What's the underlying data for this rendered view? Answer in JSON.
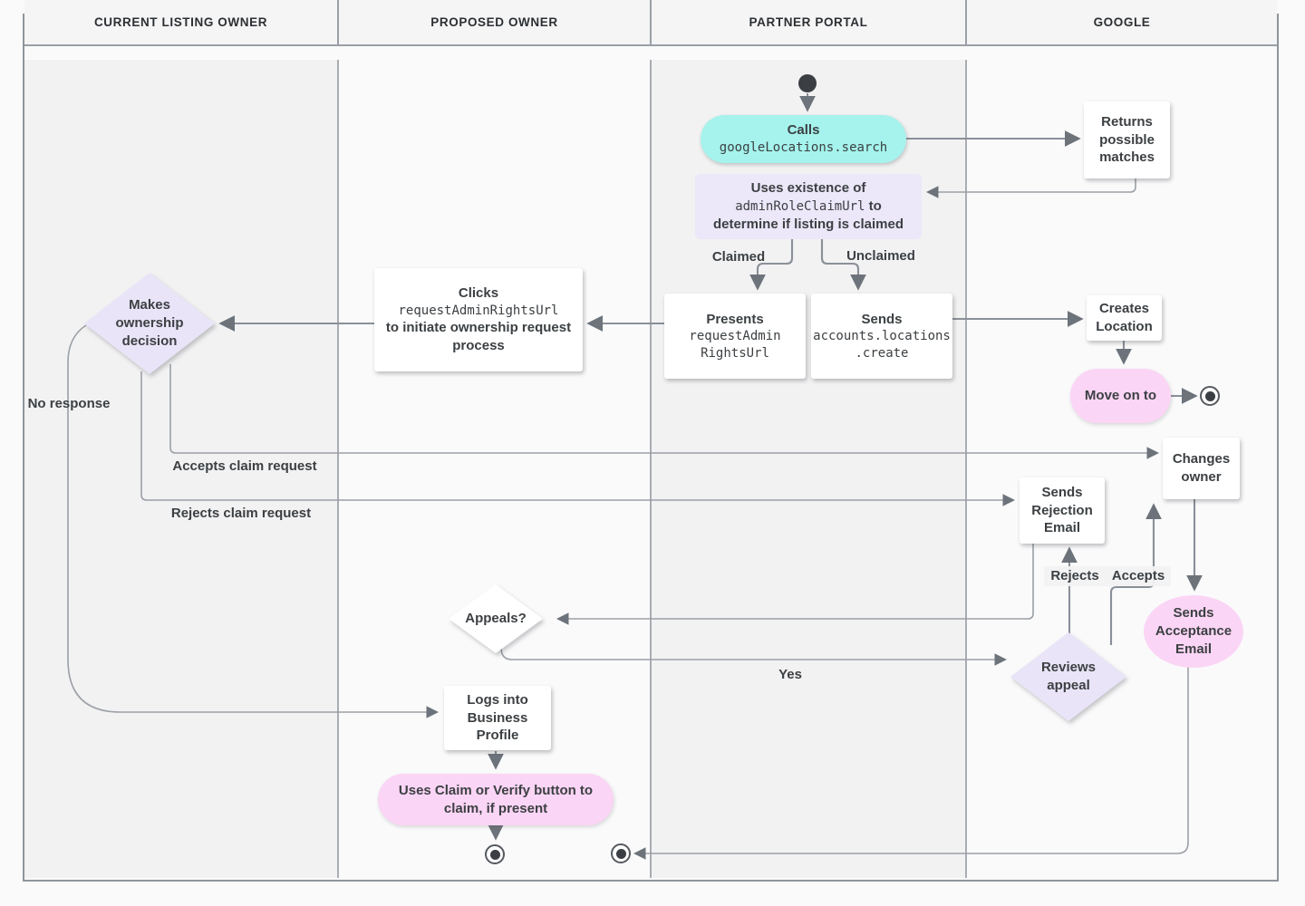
{
  "lanes": [
    {
      "label": "CURRENT LISTING OWNER"
    },
    {
      "label": "PROPOSED OWNER"
    },
    {
      "label": "PARTNER PORTAL"
    },
    {
      "label": "GOOGLE"
    }
  ],
  "nodes": {
    "calls": {
      "title": "Calls",
      "code": "googleLocations.search"
    },
    "returns_matches": {
      "text": "Returns possible matches"
    },
    "uses_existence": {
      "line1": "Uses existence of",
      "code": "adminRoleClaimUrl",
      "line2_suffix": " to",
      "line3": "determine if listing is claimed"
    },
    "presents": {
      "title": "Presents",
      "code_line1": "requestAdmin",
      "code_line2": "RightsUrl"
    },
    "sends_create": {
      "title": "Sends",
      "code_line1": "accounts.locations",
      "code_line2": ".create"
    },
    "clicks": {
      "title": "Clicks",
      "code": "requestAdminRightsUrl",
      "text": "to initiate ownership request process"
    },
    "makes_decision": {
      "text": "Makes ownership decision"
    },
    "creates_location": {
      "text": "Creates Location"
    },
    "move_on": {
      "text": "Move on to"
    },
    "changes_owner": {
      "text": "Changes owner"
    },
    "sends_rejection": {
      "text": "Sends Rejection Email"
    },
    "appeals": {
      "text": "Appeals?"
    },
    "reviews_appeal": {
      "text": "Reviews appeal"
    },
    "sends_acceptance": {
      "text": "Sends Acceptance Email"
    },
    "logs_in": {
      "text": "Logs into Business Profile"
    },
    "uses_claim_button": {
      "text": "Uses Claim or Verify button to claim, if present"
    }
  },
  "edge_labels": {
    "claimed": "Claimed",
    "unclaimed": "Unclaimed",
    "no_response": "No response",
    "accepts_claim": "Accepts claim request",
    "rejects_claim": "Rejects claim request",
    "yes": "Yes",
    "rejects": "Rejects",
    "accepts": "Accepts"
  },
  "colors": {
    "teal_activity": "#a5f3ec",
    "lavender_activity": "#ece7f9",
    "pink_activity": "#fbd5f5",
    "white_activity": "#ffffff",
    "lane_dark": "#f2f2f3",
    "lane_light": "#fafafb",
    "lane_border": "#9aa0a6",
    "edge_line": "#8a9098",
    "text": "#3c4043"
  }
}
